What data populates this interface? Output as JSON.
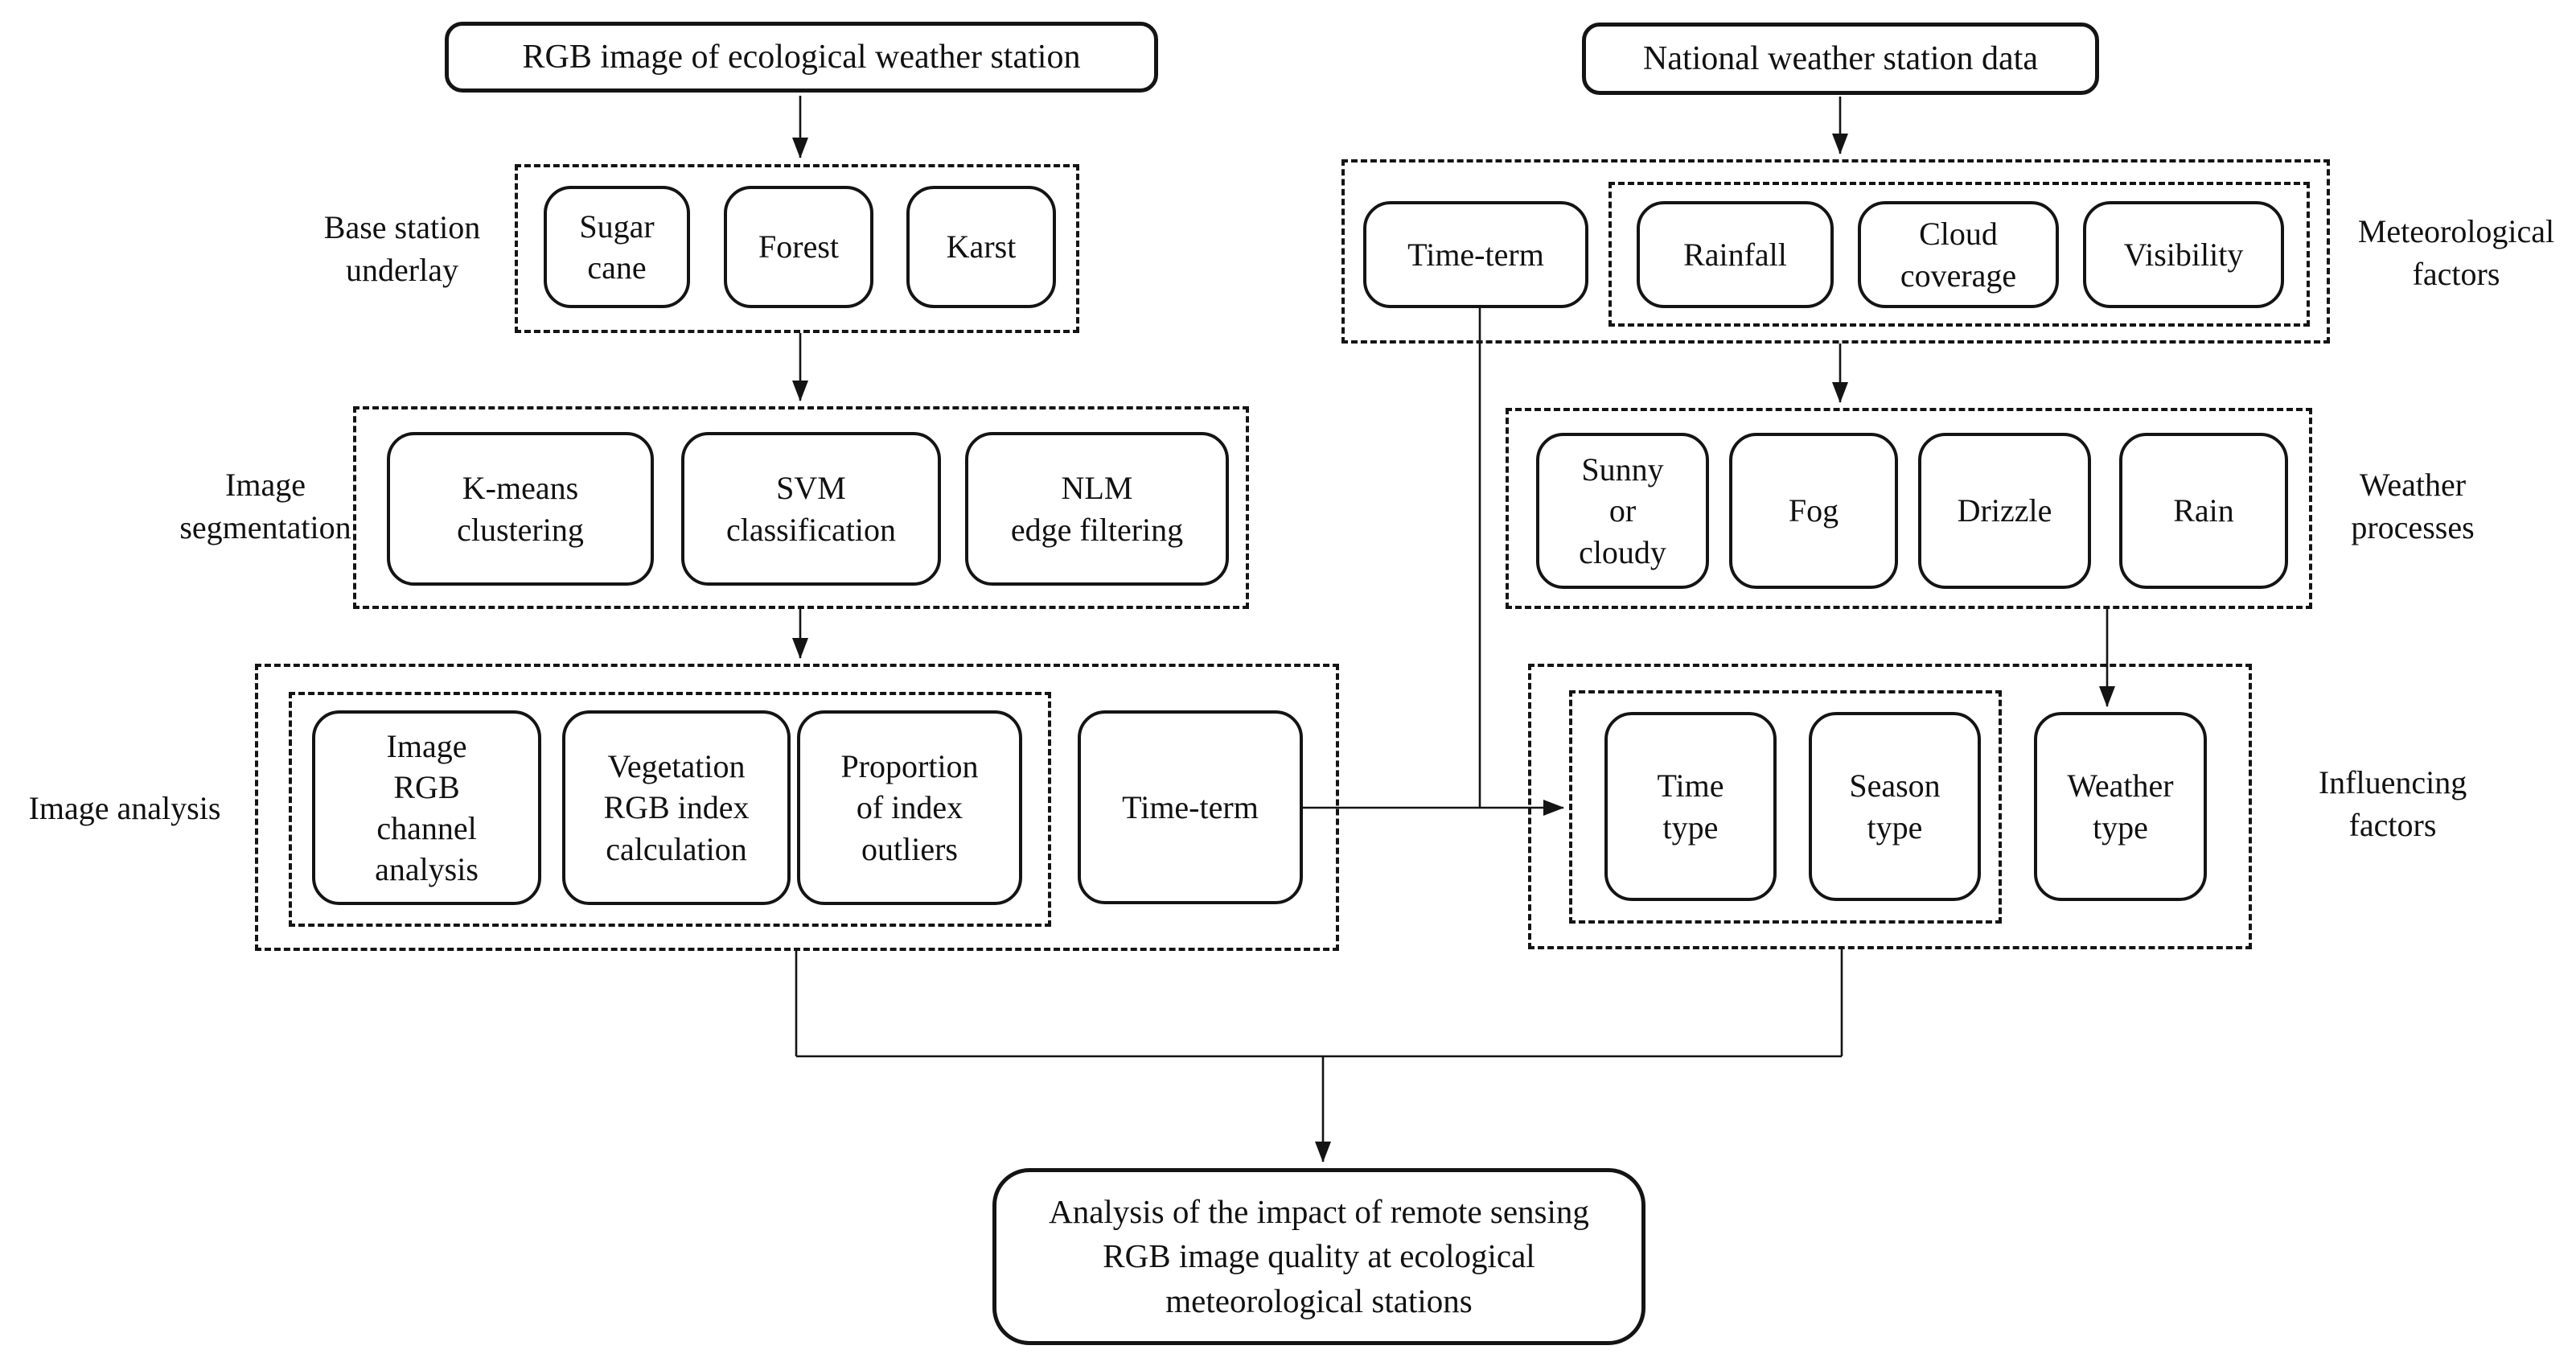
{
  "diagram": {
    "left": {
      "source": "RGB image of ecological weather station",
      "base_station_underlay": {
        "group_label": "Base station\nunderlay",
        "items": [
          "Sugar\ncane",
          "Forest",
          "Karst"
        ]
      },
      "image_segmentation": {
        "group_label": "Image\nsegmentation",
        "items": [
          "K-means\nclustering",
          "SVM\nclassification",
          "NLM\nedge filtering"
        ]
      },
      "image_analysis": {
        "group_label": "Image analysis",
        "inner_items": [
          "Image\nRGB\nchannel\nanalysis",
          "Vegetation\nRGB index\ncalculation",
          "Proportion\nof index\noutliers"
        ],
        "outer_item": "Time-term"
      }
    },
    "right": {
      "source": "National weather station data",
      "meteorological_factors": {
        "group_label": "Meteorological\nfactors",
        "outer_item": "Time-term",
        "inner_items": [
          "Rainfall",
          "Cloud\ncoverage",
          "Visibility"
        ]
      },
      "weather_processes": {
        "group_label": "Weather\nprocesses",
        "items": [
          "Sunny\nor\ncloudy",
          "Fog",
          "Drizzle",
          "Rain"
        ]
      },
      "influencing_factors": {
        "group_label": "Influencing\nfactors",
        "inner_items": [
          "Time\ntype",
          "Season\ntype"
        ],
        "outer_item": "Weather\ntype"
      }
    },
    "result": "Analysis of the impact of remote sensing\nRGB image quality at ecological\nmeteorological stations",
    "colors": {
      "line": "#141414",
      "background": "#ffffff",
      "node_fill": "#ffffff"
    }
  }
}
